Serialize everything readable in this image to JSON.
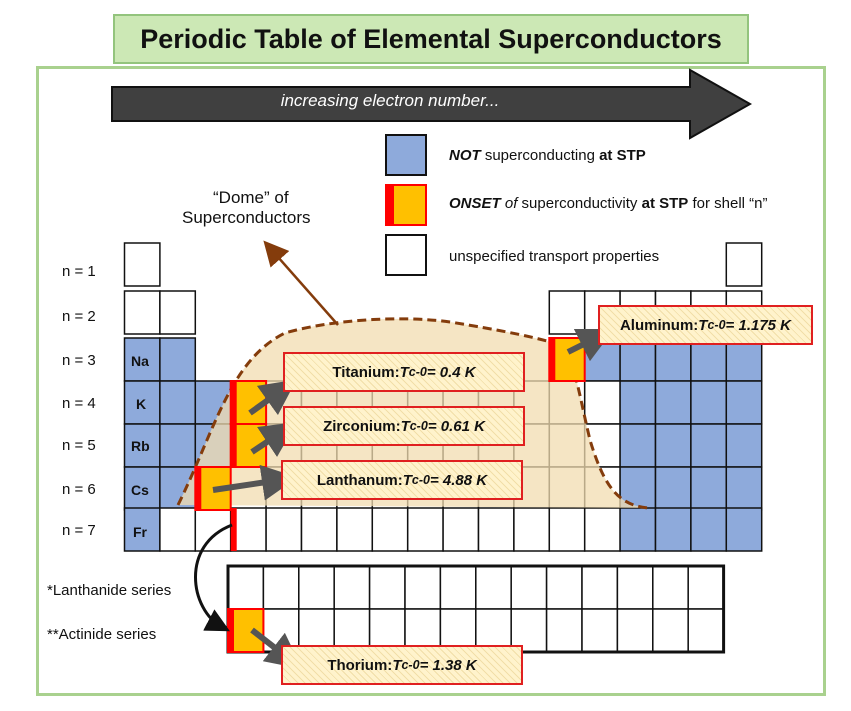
{
  "title": "Periodic Table of Elemental Superconductors",
  "arrow_label": "increasing electron number...",
  "dome_label_line1": "“Dome” of",
  "dome_label_line2": "Superconductors",
  "shell_labels": [
    "n = 1",
    "n = 2",
    "n = 3",
    "n = 4",
    "n = 5",
    "n = 6",
    "n = 7"
  ],
  "alkali_symbols": [
    "Na",
    "K",
    "Rb",
    "Cs",
    "Fr"
  ],
  "legend": {
    "not_superconducting": {
      "emph": "NOT",
      "text": " superconducting ",
      "bold_tail": "at STP"
    },
    "onset": {
      "emph": "ONSET",
      "pre": " of",
      "text": " superconductivity ",
      "bold_tail": "at STP",
      "suffix": " for shell “n”"
    },
    "unspecified": "unspecified transport properties"
  },
  "series": {
    "lanthanide": "*Lanthanide series",
    "actinide": "**Actinide series"
  },
  "callouts": {
    "aluminum": {
      "name": "Aluminum: ",
      "tc_sym": "T",
      "tc_sub": "c-0",
      "value": " = 1.175 K"
    },
    "titanium": {
      "name": "Titanium: ",
      "tc_sym": "T",
      "tc_sub": "c-0",
      "value": " = 0.4 K"
    },
    "zirconium": {
      "name": "Zirconium: ",
      "tc_sym": "T",
      "tc_sub": "c-0",
      "value": " = 0.61 K"
    },
    "lanthanum": {
      "name": "Lanthanum: ",
      "tc_sym": "T",
      "tc_sub": "c-0",
      "value": " = 4.88 K"
    },
    "thorium": {
      "name": "Thorium: ",
      "tc_sym": "T",
      "tc_sub": "c-0",
      "value": " = 1.38 K"
    }
  },
  "colors": {
    "not_superconducting": "#8eaadb",
    "onset": "#ffc000",
    "onset_edge": "#ff0000",
    "dome_fill": "#f2dcb0",
    "dome_edge": "#843c0c",
    "frame": "#a9d18e",
    "title_bg": "#cce8b5"
  }
}
